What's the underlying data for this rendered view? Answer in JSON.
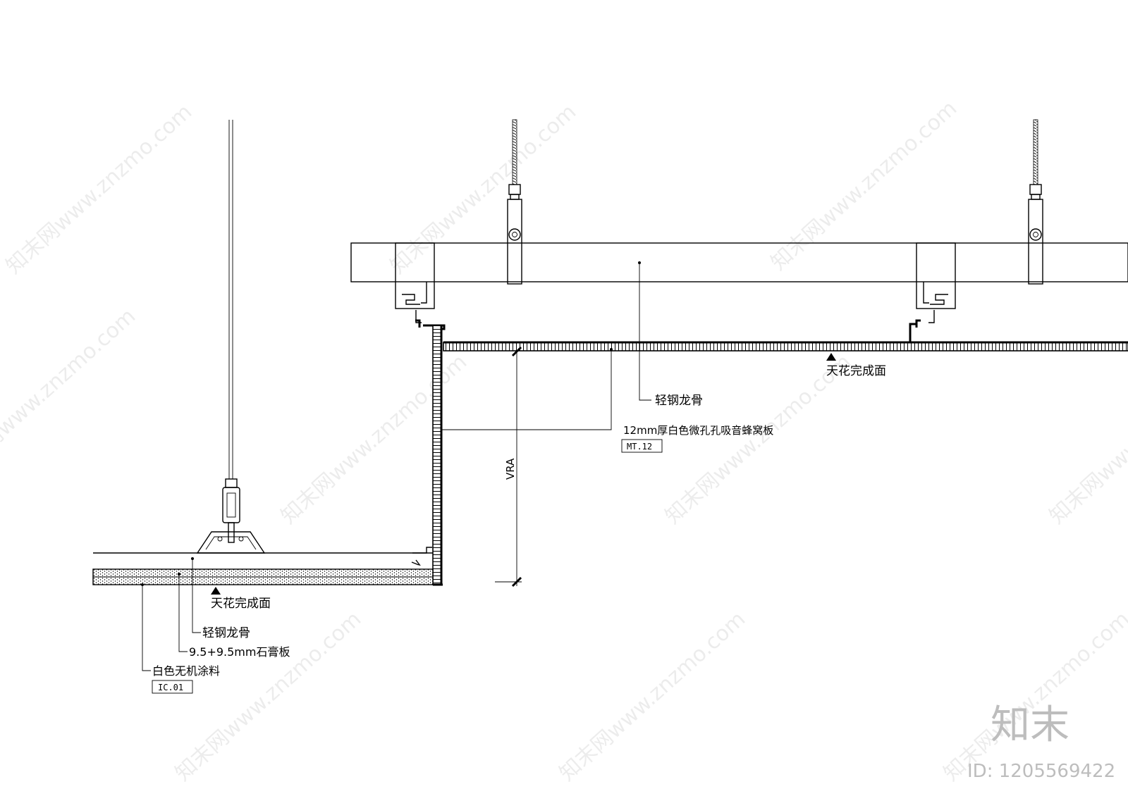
{
  "labels": {
    "keel_right": "轻钢龙骨",
    "ceiling_finish_right": "天花完成面",
    "honeycomb_board": "12mm厚白色微孔孔吸音蜂窝板",
    "honeycomb_tag": "MT.12",
    "vra": "VRA",
    "ceiling_finish_left": "天花完成面",
    "keel_left": "轻钢龙骨",
    "gypsum_board": "9.5+9.5mm石膏板",
    "white_paint": "白色无机涂料",
    "paint_tag": "IC.01"
  },
  "watermark": {
    "text": "知末网www.znzmo.com",
    "brand": "知末",
    "id": "ID: 1205569422"
  }
}
